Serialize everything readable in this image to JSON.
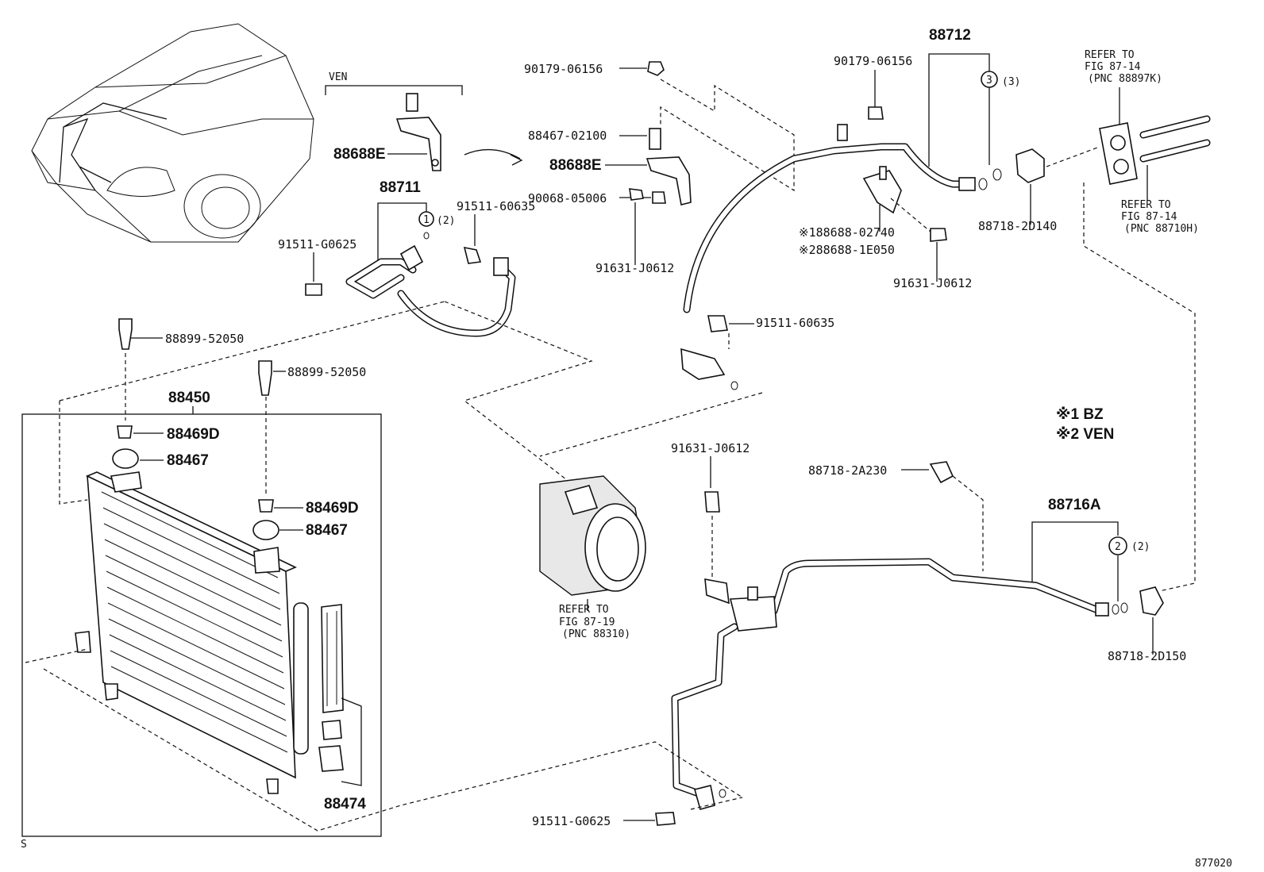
{
  "labels": {
    "p88712": "88712",
    "p90179_a": "90179-06156",
    "p90179_b": "90179-06156",
    "ven": "VEN",
    "p88688E_a": "88688E",
    "p88688E_b": "88688E",
    "p88467_02100": "88467-02100",
    "p90068": "90068-05006",
    "p91631_a": "91631-J0612",
    "p91631_b": "91631-J0612",
    "p91631_c": "91631-J0612",
    "p88711": "88711",
    "p91511_60635_a": "91511-60635",
    "p91511_60635_b": "91511-60635",
    "p91511_G0625_a": "91511-G0625",
    "p91511_G0625_b": "91511-G0625",
    "note1_part": "※188688-02740",
    "note2_part": "※288688-1E050",
    "p88718_2D140": "88718-2D140",
    "p88718_2D150": "88718-2D150",
    "p88718_2A230": "88718-2A230",
    "p88716A": "88716A",
    "p88899_a": "88899-52050",
    "p88899_b": "88899-52050",
    "p88450": "88450",
    "p88469D_a": "88469D",
    "p88469D_b": "88469D",
    "p88467_a": "88467",
    "p88467_b": "88467",
    "p88474": "88474",
    "legend1": "※1 BZ",
    "legend2": "※2 VEN",
    "refer_a": [
      "REFER TO",
      "FIG 87-14",
      "(PNC 88897K)"
    ],
    "refer_b": [
      "REFER TO",
      "FIG 87-14",
      "(PNC 88710H)"
    ],
    "refer_c": [
      "REFER TO",
      "FIG 87-19",
      "(PNC 88310)"
    ],
    "circle1": "1",
    "circle1_qty": "(2)",
    "circle2": "2",
    "circle2_qty": "(2)",
    "circle3": "3",
    "circle3_qty": "(3)",
    "fig_number": "877020",
    "corner_mark": "S"
  }
}
